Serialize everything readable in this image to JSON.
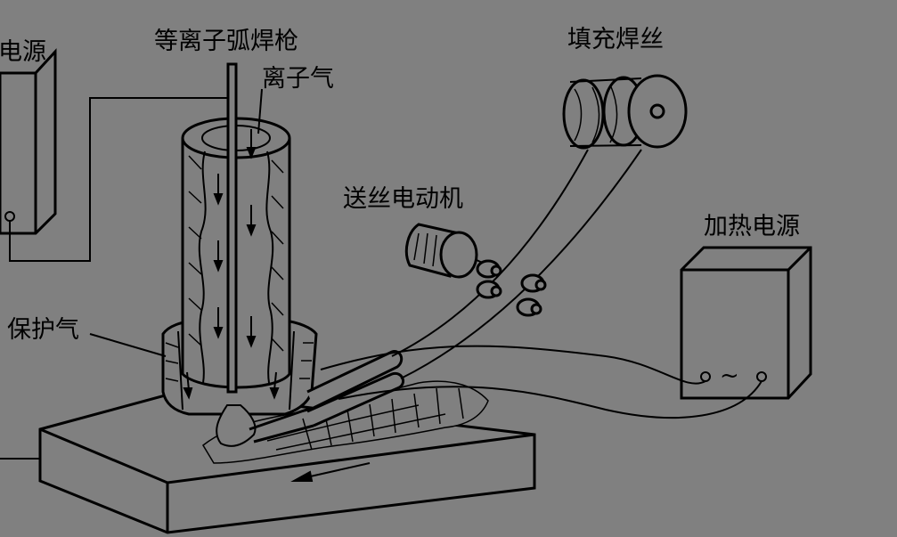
{
  "labels": {
    "power_source_left": "电源",
    "plasma_torch": "等离子弧焊枪",
    "ion_gas": "离子气",
    "filler_wire": "填充焊丝",
    "wire_feed_motor": "送丝电动机",
    "heating_power": "加热电源",
    "shield_gas": "保护气",
    "ac_symbol": "~"
  }
}
